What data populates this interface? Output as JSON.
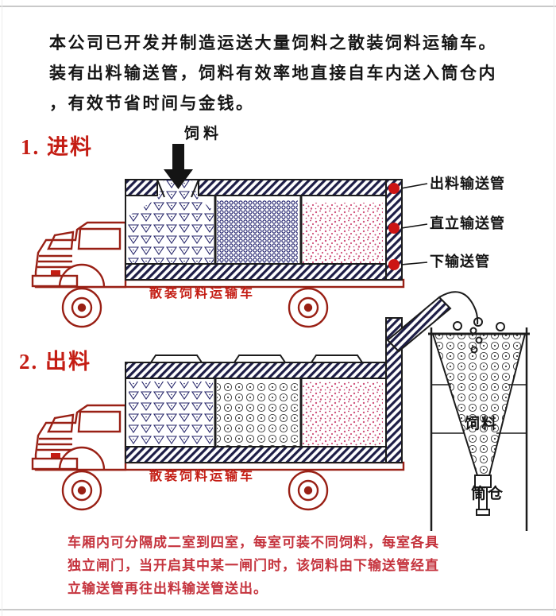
{
  "colors": {
    "title_red": "#c41d14",
    "truck_line_red": "#992015",
    "structure_black": "#1c1c1c",
    "callout_dot_red": "#cc1414",
    "pattern_navy": "#26266a",
    "pattern_pink": "#d0517b",
    "footer_red": "#c5333d"
  },
  "intro": {
    "line1": "本公司已开发并制造运送大量饲料之散装饲料运输车。",
    "line2": "装有出料输送管，饲料有效率地直接自车内送入筒仓内",
    "line3": "，有效节省时间与金钱。"
  },
  "section_loading": {
    "title": "1. 进料",
    "feed_arrow_label": "饲料",
    "truck_label": "散装饲料运输车",
    "callouts": {
      "discharge_pipe": "出料输送管",
      "vertical_pipe": "直立输送管",
      "lower_pipe": "下输送管"
    }
  },
  "section_unloading": {
    "title": "2. 出料",
    "truck_label": "散装饲料运输车",
    "silo": {
      "feed_label": "饲料",
      "name_label": "筒仓"
    }
  },
  "footer": {
    "line1": "车厢内可分隔成二室到四室，每室可装不同饲料，每室各具",
    "line2": "独立闸门，当开启其中某一闸门时，该饲料由下输送管经直",
    "line3": "立输送管再往出料输送管送出。"
  }
}
